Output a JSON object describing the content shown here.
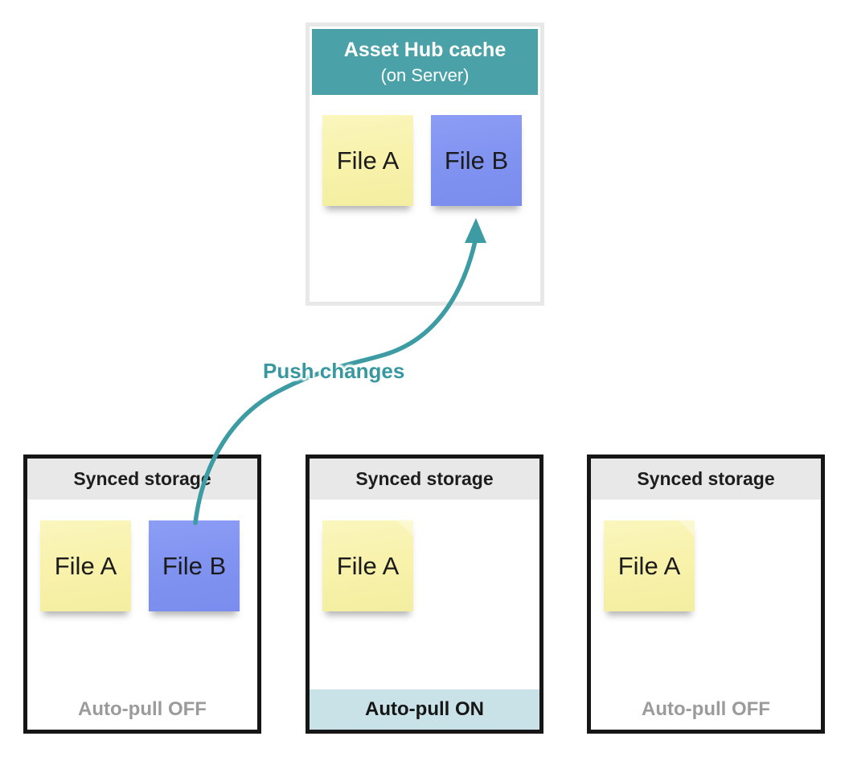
{
  "colors": {
    "teal_header": "#4aa2a8",
    "teal_arrow": "#3d9ca3",
    "teal_label": "#37989f",
    "light_teal_footer": "#c9e2e7",
    "sticky_yellow": "#f7f2ab",
    "sticky_blue": "#8093f0",
    "gray_header": "#e8e8e8",
    "gray_footer_text": "#9b9b9b",
    "dark_border": "#161616",
    "light_frame": "#e8e8e8"
  },
  "server_box": {
    "title": "Asset Hub cache",
    "subtitle": "(on Server)",
    "files": [
      {
        "label": "File A",
        "color": "yellow"
      },
      {
        "label": "File B",
        "color": "blue"
      }
    ]
  },
  "arrow": {
    "label": "Push changes",
    "from": "synced-storage-1 File B",
    "to": "asset-hub-cache File B"
  },
  "storage_boxes": [
    {
      "title": "Synced storage",
      "files": [
        {
          "label": "File A",
          "color": "yellow"
        },
        {
          "label": "File B",
          "color": "blue"
        }
      ],
      "footer": "Auto-pull OFF",
      "footer_state": "off"
    },
    {
      "title": "Synced storage",
      "files": [
        {
          "label": "File A",
          "color": "yellow"
        }
      ],
      "footer": "Auto-pull ON",
      "footer_state": "on"
    },
    {
      "title": "Synced storage",
      "files": [
        {
          "label": "File A",
          "color": "yellow"
        }
      ],
      "footer": "Auto-pull OFF",
      "footer_state": "off"
    }
  ]
}
